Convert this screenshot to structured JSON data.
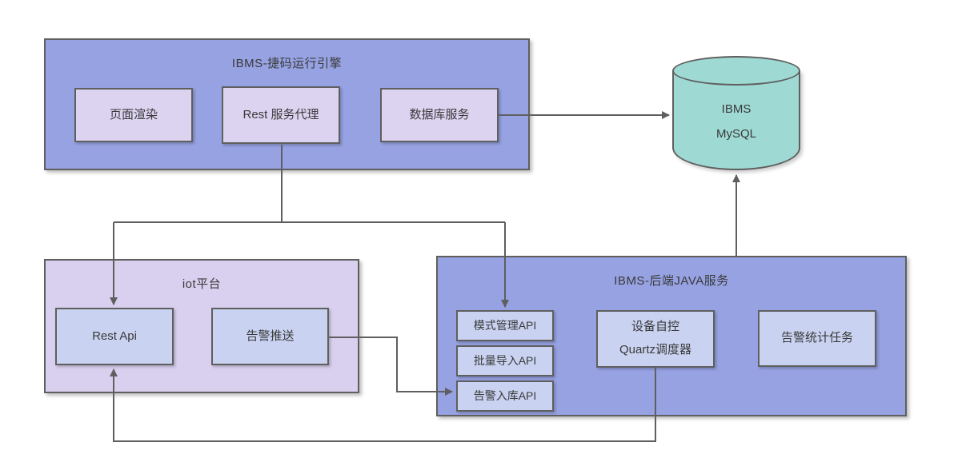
{
  "diagram": {
    "engine": {
      "title": "IBMS-捷码运行引擎",
      "nodes": [
        {
          "label": "页面渲染"
        },
        {
          "label": "Rest 服务代理"
        },
        {
          "label": "数据库服务"
        }
      ]
    },
    "mysql": {
      "line1": "IBMS",
      "line2": "MySQL"
    },
    "iot": {
      "title": "iot平台",
      "nodes": [
        {
          "label": "Rest Api"
        },
        {
          "label": "告警推送"
        }
      ]
    },
    "java": {
      "title": "IBMS-后端JAVA服务",
      "api_nodes": [
        {
          "label": "模式管理API"
        },
        {
          "label": "批量导入API"
        },
        {
          "label": "告警入库API"
        }
      ],
      "quartz": {
        "line1": "设备自控",
        "line2": "Quartz调度器"
      },
      "stats_label": "告警统计任务"
    },
    "colors": {
      "container_fill": "#96a2e2",
      "iot_container_fill": "#d9cfee",
      "engine_node_fill": "#dcd3f0",
      "inner_node_fill": "#c9d3f1",
      "cylinder_fill": "#9ed9d4",
      "border": "#5f5f5f",
      "connector": "#5f5f5f"
    }
  }
}
